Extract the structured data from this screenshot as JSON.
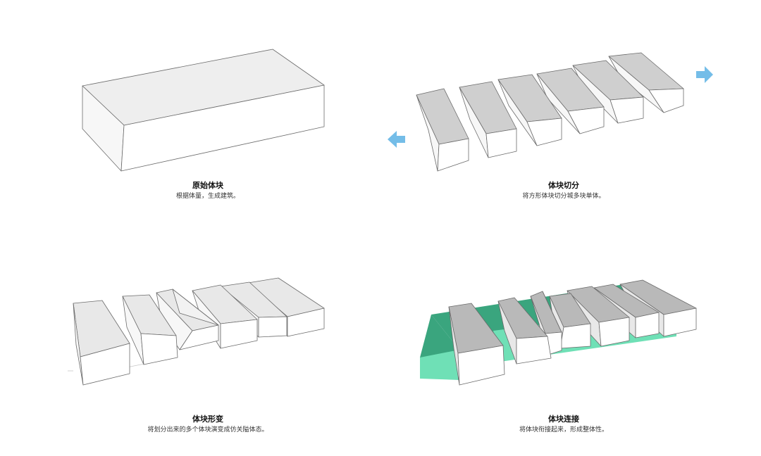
{
  "panels": [
    {
      "title": "原始体块",
      "description": "根据体量，生成建筑。"
    },
    {
      "title": "体块切分",
      "description": "将方形体块切分城多块单体。"
    },
    {
      "title": "体块形变",
      "description": "将划分出来的多个体块演变成仿关隘体态。"
    },
    {
      "title": "体块连接",
      "description": "将体块衔接起来，形成整体性。"
    }
  ],
  "colors": {
    "face_top": "#eeeeee",
    "face_front": "#fafafa",
    "face_side": "#ffffff",
    "face_gray": "#b9b9b9",
    "face_gray_side": "#d0d0d0",
    "edge": "#6b6b6b",
    "green_dark": "#3aa57e",
    "green_light": "#6fe0b6",
    "arrow": "#74bde8"
  },
  "icons": [
    "arrow-right-icon",
    "arrow-left-icon"
  ]
}
